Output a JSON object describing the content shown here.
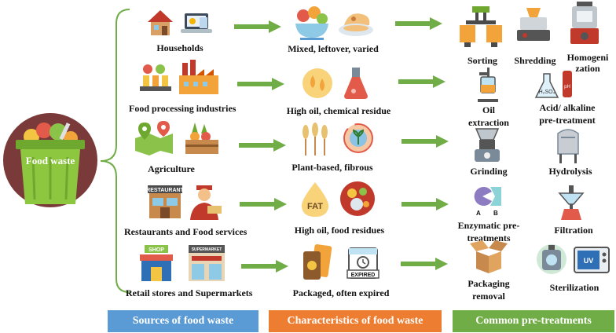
{
  "center": {
    "label": "Food waste"
  },
  "sources": [
    {
      "label": "Households"
    },
    {
      "label": "Food processing industries"
    },
    {
      "label": "Agriculture"
    },
    {
      "label": "Restaurants and Food services"
    },
    {
      "label": "Retail stores and Supermarkets"
    }
  ],
  "characteristics": [
    {
      "label": "Mixed, leftover, varied"
    },
    {
      "label": "High oil, chemical residue"
    },
    {
      "label": "Plant-based, fibrous"
    },
    {
      "label": "High oil, food residues"
    },
    {
      "label": "Packaged, often expired"
    }
  ],
  "pretreatments": {
    "sorting": "Sorting",
    "shredding": "Shredding",
    "homogenization_1": "Homogeni",
    "homogenization_2": "zation",
    "oil_extraction_1": "Oil",
    "oil_extraction_2": "extraction",
    "acid_alkaline_1": "Acid/ alkaline",
    "acid_alkaline_2": "pre-treatment",
    "grinding": "Grinding",
    "hydrolysis": "Hydrolysis",
    "enzymatic_1": "Enzymatic pre-",
    "enzymatic_2": "treatments",
    "filtration": "Filtration",
    "packaging_1": "Packaging",
    "packaging_2": "removal",
    "sterilization": "Sterilization"
  },
  "icon_text": {
    "restaurant": "RESTAURANT",
    "fat": "FAT",
    "shop": "SHOP",
    "supermarket": "SUPERMARKET",
    "expired": "EXPIRED",
    "h2so4": "H₂SO₄",
    "ph": "pH",
    "enzyme_a": "A",
    "enzyme_b": "B",
    "uv": "UV"
  },
  "footer": {
    "sources": "Sources of food waste",
    "characteristics": "Characteristics of food waste",
    "pretreatments": "Common pre-treatments"
  },
  "colors": {
    "arrow": "#70ad47",
    "sources_bar": "#5b9bd5",
    "characteristics_bar": "#ed7d31",
    "pretreatments_bar": "#70ad47",
    "bin": "#8dc63f",
    "circle": "#7b3a3a"
  }
}
